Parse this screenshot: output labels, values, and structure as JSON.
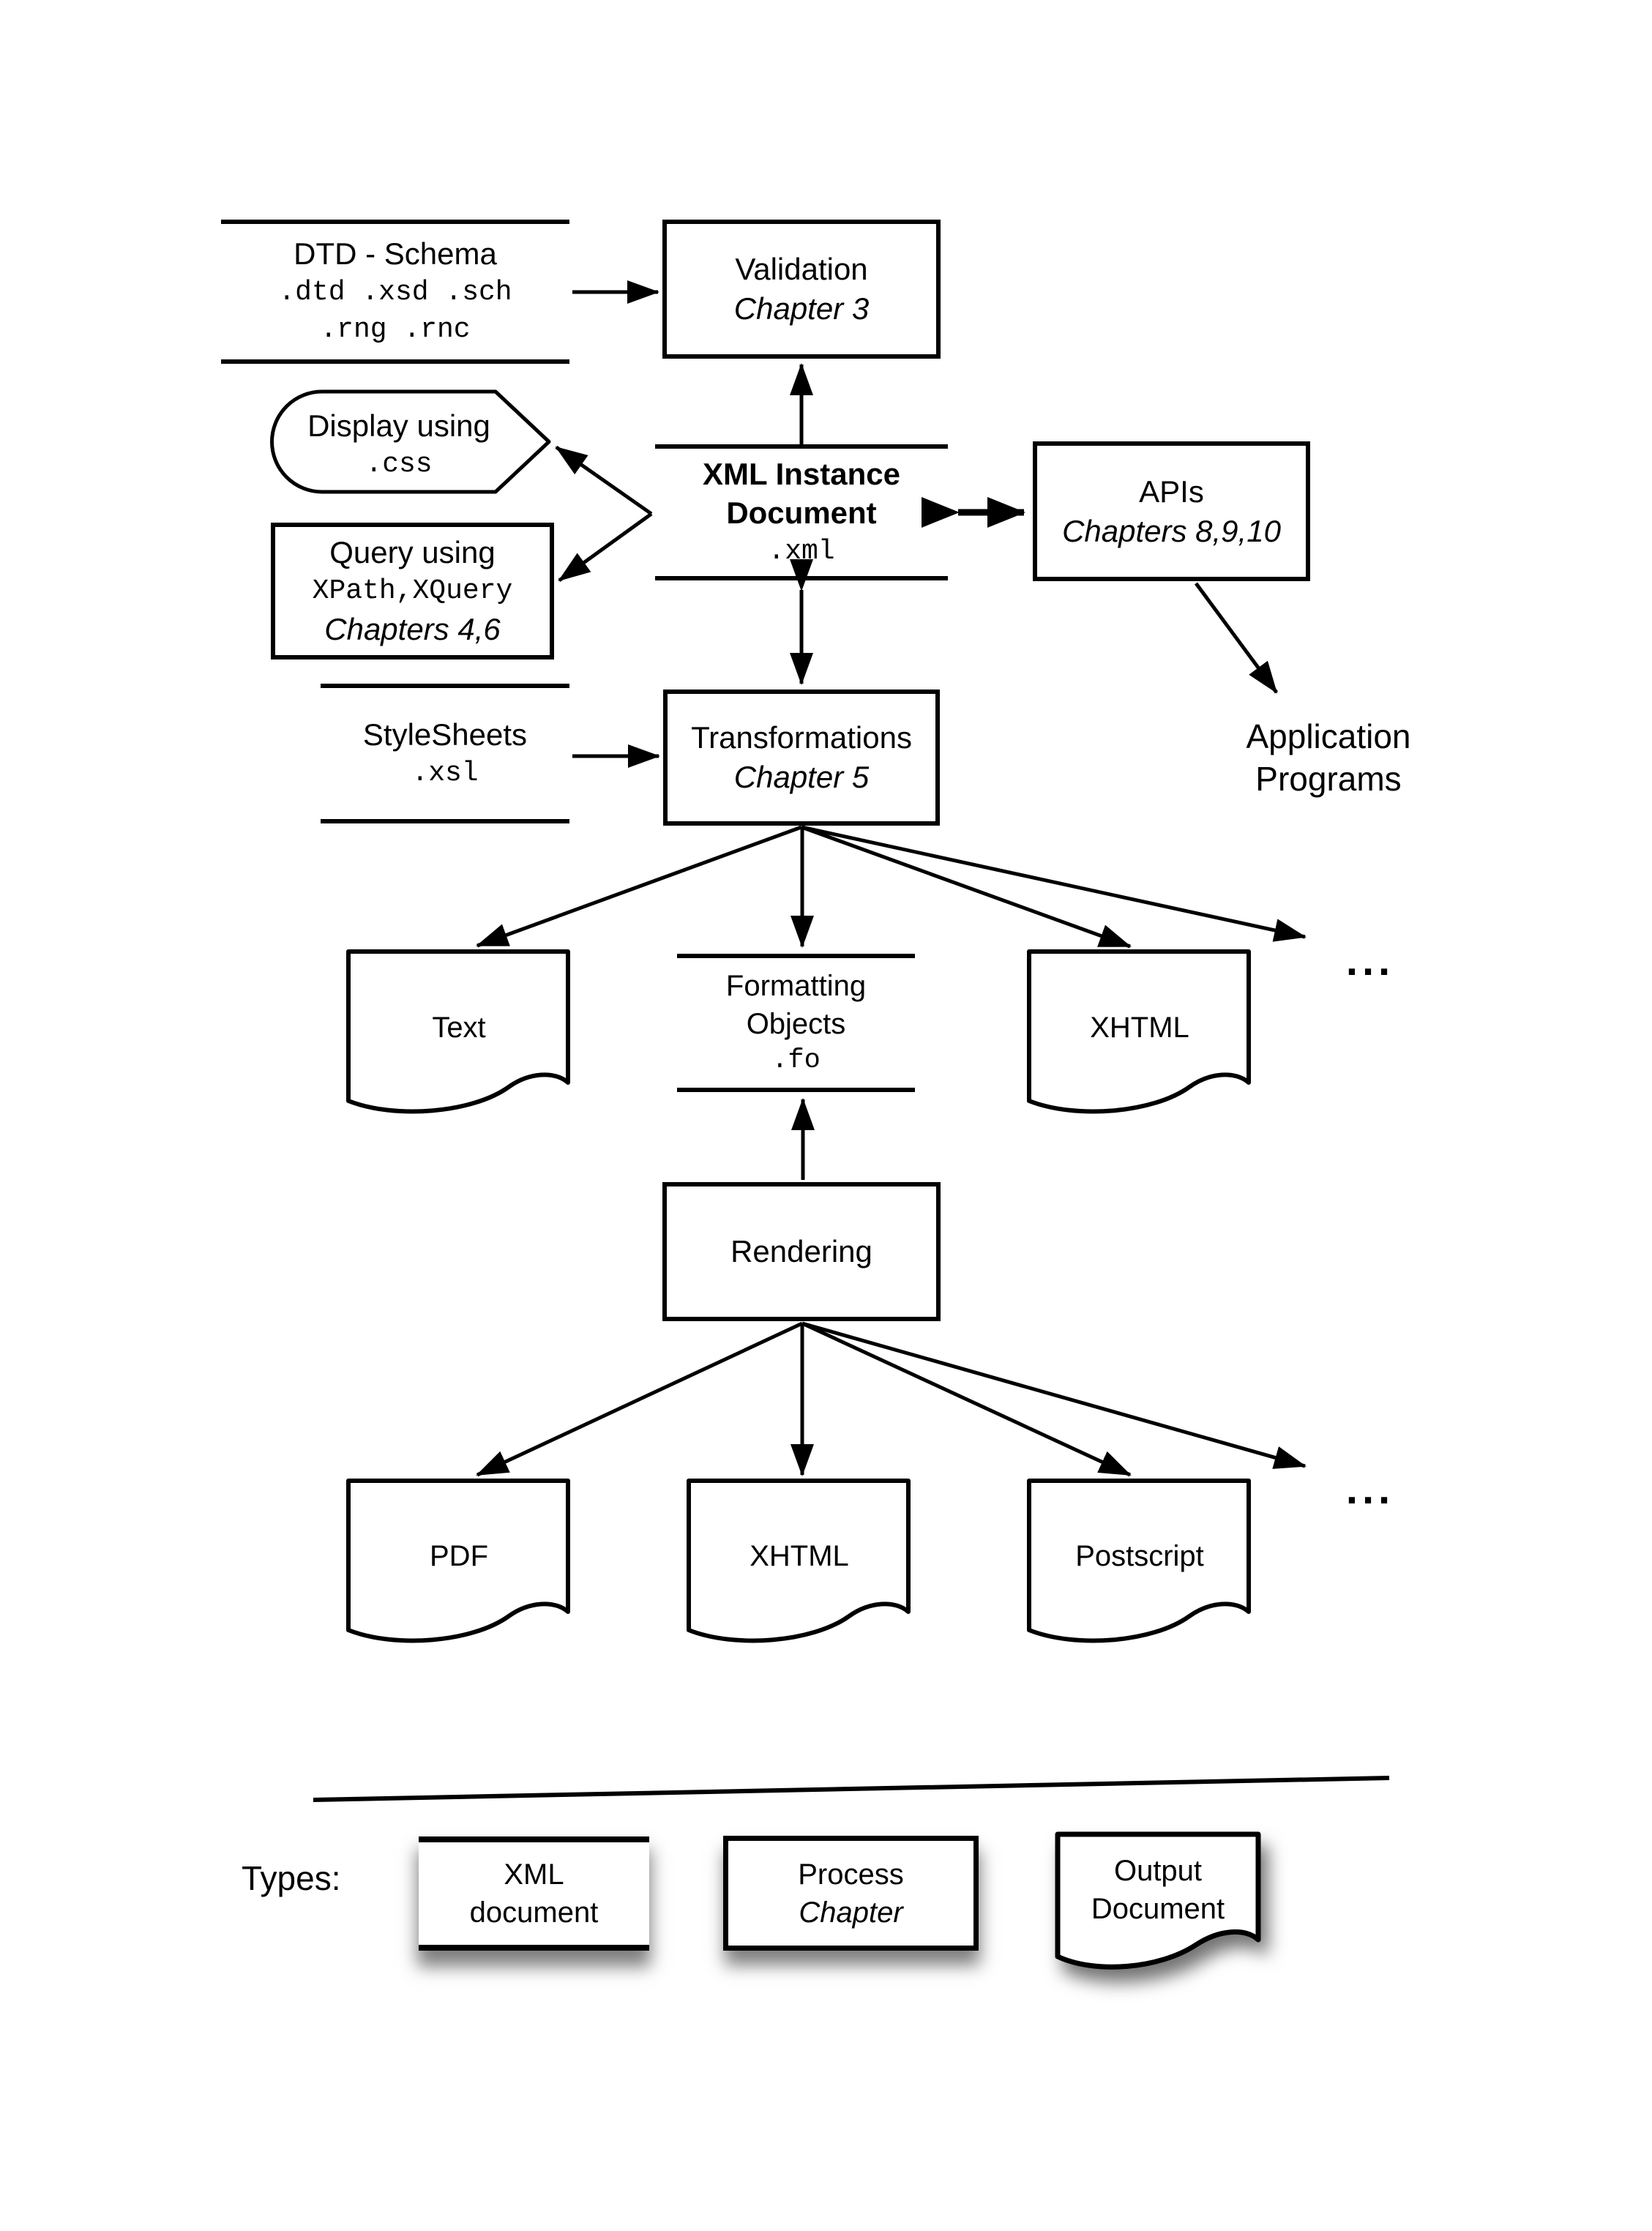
{
  "diagram": {
    "colors": {
      "ink": "#000000",
      "background": "#ffffff"
    },
    "nodes": {
      "dtd": {
        "title": "DTD - Schema",
        "ext_line1": ".dtd .xsd .sch",
        "ext_line2": ".rng .rnc"
      },
      "validation": {
        "title": "Validation",
        "chapter": "Chapter 3"
      },
      "display": {
        "title": "Display using",
        "ext": ".css"
      },
      "xml_instance": {
        "line1": "XML Instance",
        "line2": "Document",
        "ext": ".xml"
      },
      "apis": {
        "title": "APIs",
        "chapter": "Chapters 8,9,10"
      },
      "query": {
        "title": "Query using",
        "ext": "XPath,XQuery",
        "chapter": "Chapters 4,6"
      },
      "stylesheets": {
        "title": "StyleSheets",
        "ext": ".xsl"
      },
      "transformations": {
        "title": "Transformations",
        "chapter": "Chapter 5"
      },
      "application_programs": {
        "line1": "Application",
        "line2": "Programs"
      },
      "text_doc": {
        "title": "Text"
      },
      "formatting_objects": {
        "line1": "Formatting",
        "line2": "Objects",
        "ext": ".fo"
      },
      "xhtml_doc": {
        "title": "XHTML"
      },
      "rendering": {
        "title": "Rendering"
      },
      "pdf_doc": {
        "title": "PDF"
      },
      "xhtml_output_doc": {
        "title": "XHTML"
      },
      "postscript_doc": {
        "title": "Postscript"
      },
      "ellipsis_transform": "...",
      "ellipsis_render": "..."
    },
    "legend": {
      "label": "Types:",
      "items": [
        {
          "line1": "XML",
          "line2": "document"
        },
        {
          "line1": "Process",
          "line2": "Chapter"
        },
        {
          "line1": "Output",
          "line2": "Document"
        }
      ]
    }
  }
}
